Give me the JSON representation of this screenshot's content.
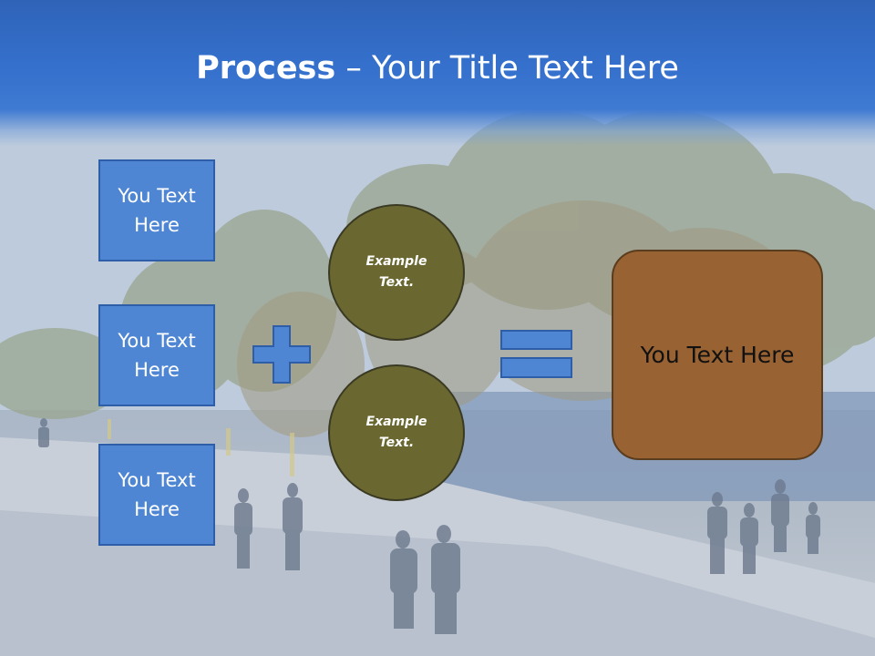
{
  "slide": {
    "title_bold": "Process",
    "title_rest": " – Your Title Text Here",
    "left_boxes": [
      "You Text Here",
      "You Text Here",
      "You Text Here"
    ],
    "circles": [
      "Example Text.",
      "Example Text."
    ],
    "result": "You Text Here"
  },
  "colors": {
    "title_band": "#3470cc",
    "box_fill": "#4f86d4",
    "circle_fill": "#6a6830",
    "result_fill": "#986232"
  },
  "icons": {
    "operator_1": "plus-icon",
    "operator_2": "equals-icon"
  }
}
